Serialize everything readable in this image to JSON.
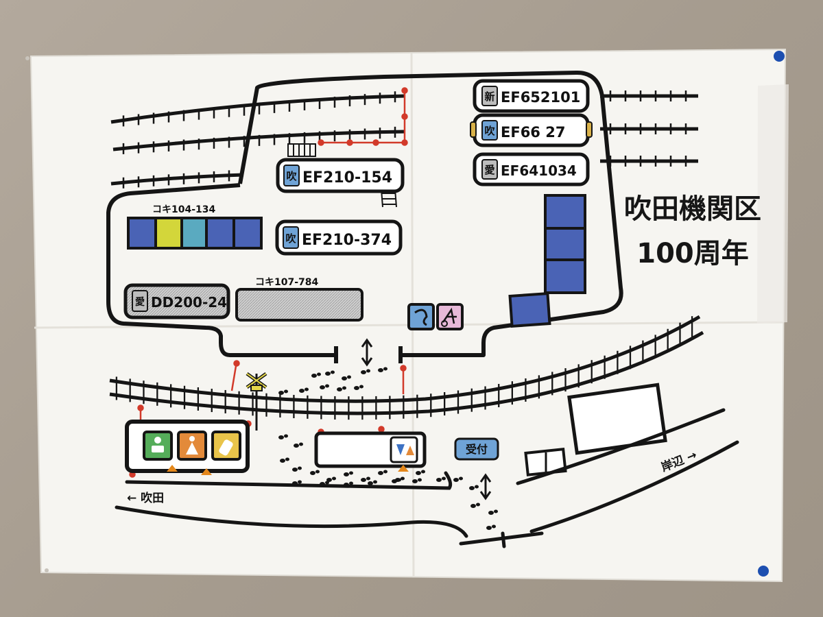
{
  "title": {
    "line1": "吹田機関区",
    "line2": "100周年"
  },
  "locomotives": {
    "ef65": {
      "prefix": "新",
      "number": "EF652101"
    },
    "ef66": {
      "prefix": "吹",
      "number": "EF66 27"
    },
    "ef64": {
      "prefix": "愛",
      "number": "EF641034"
    },
    "ef210_154": {
      "prefix": "吹",
      "number": "EF210-154"
    },
    "ef210_374": {
      "prefix": "吹",
      "number": "EF210-374"
    },
    "dd200": {
      "prefix": "愛",
      "number": "DD200-24"
    }
  },
  "freight_cars": {
    "koki104": "コキ104-134",
    "koki107": "コキ107-784"
  },
  "reception": "受付",
  "directions": {
    "suita": "← 吹田",
    "kishibe": "岸辺 →"
  },
  "colors": {
    "paper": "#f6f5f1",
    "ink": "#151515",
    "rail_marker": "#d23a2a",
    "koki_blue": "#4a63b5",
    "koki_yellow": "#d3d63a",
    "koki_teal": "#5aaac0",
    "koki107_gray": "#c8c8c8",
    "badge_blue": "#6fa3d6",
    "badge_gray": "#bdbdbd",
    "pin_blue": "#1d4fb0",
    "triangle_orange": "#e4871a"
  },
  "icons": {
    "restroom_green": "nursing-room-icon",
    "restroom_orange": "womens-restroom-icon",
    "bottle": "baby-bottle-icon",
    "restroom_all": "restroom-icon",
    "info_blue": "accessible-info-icon",
    "wheelchair": "wheelchair-icon",
    "crossing": "railroad-crossing-icon"
  }
}
